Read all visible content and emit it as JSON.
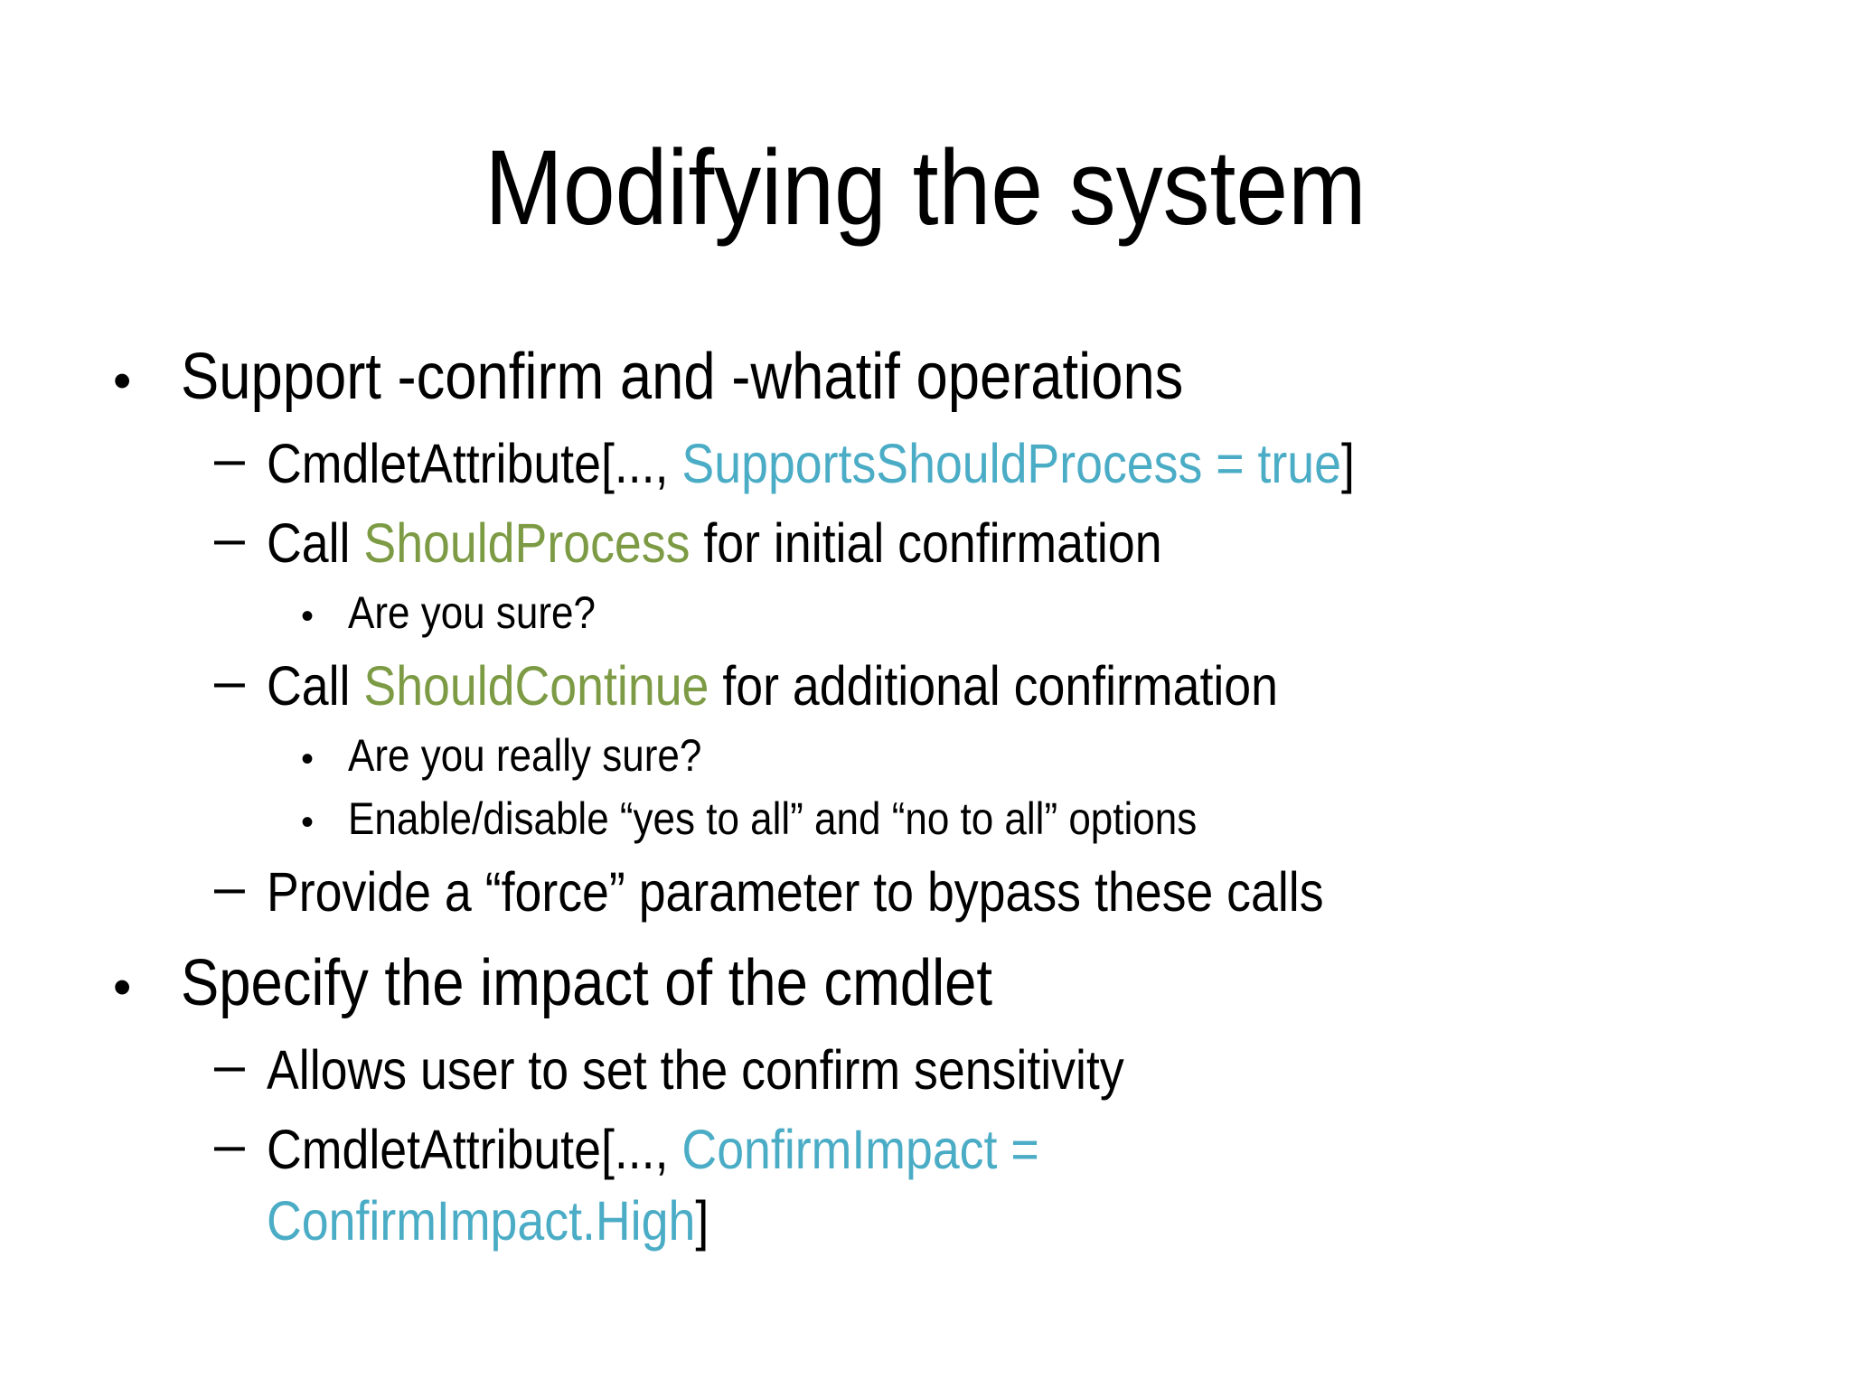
{
  "slide": {
    "title": "Modifying the system",
    "background": "#FFFFFF",
    "text_color": "#000000",
    "accent_blue": "#4BACC6",
    "accent_green": "#7C9B44",
    "bullet_glyphs": {
      "level1": "•",
      "level2": "–",
      "level3": "•"
    },
    "items": [
      {
        "level": 1,
        "lines": [
          [
            {
              "text": "Support -confirm and -whatif operations"
            }
          ]
        ]
      },
      {
        "level": 2,
        "lines": [
          [
            {
              "text": "CmdletAttribute[..., "
            },
            {
              "text": "SupportsShouldProcess = true",
              "color": "blue"
            },
            {
              "text": "]"
            }
          ]
        ]
      },
      {
        "level": 2,
        "lines": [
          [
            {
              "text": "Call "
            },
            {
              "text": "ShouldProcess",
              "color": "green"
            },
            {
              "text": " for initial confirmation"
            }
          ]
        ]
      },
      {
        "level": 3,
        "lines": [
          [
            {
              "text": "Are you sure?"
            }
          ]
        ]
      },
      {
        "level": 2,
        "lines": [
          [
            {
              "text": "Call "
            },
            {
              "text": "ShouldContinue",
              "color": "green"
            },
            {
              "text": " for additional confirmation"
            }
          ]
        ]
      },
      {
        "level": 3,
        "lines": [
          [
            {
              "text": "Are you really sure?"
            }
          ]
        ]
      },
      {
        "level": 3,
        "lines": [
          [
            {
              "text": "Enable/disable “yes to all” and “no to all” options"
            }
          ]
        ]
      },
      {
        "level": 2,
        "lines": [
          [
            {
              "text": "Provide a “force” parameter to bypass these calls"
            }
          ]
        ]
      },
      {
        "level": 1,
        "lines": [
          [
            {
              "text": "Specify the impact of the cmdlet"
            }
          ]
        ]
      },
      {
        "level": 2,
        "lines": [
          [
            {
              "text": "Allows user to set the confirm sensitivity"
            }
          ]
        ]
      },
      {
        "level": 2,
        "lines": [
          [
            {
              "text": "CmdletAttribute[..., "
            },
            {
              "text": "ConfirmImpact =",
              "color": "blue"
            }
          ],
          [
            {
              "text": "ConfirmImpact.High",
              "color": "blue"
            },
            {
              "text": "]"
            }
          ]
        ]
      }
    ]
  }
}
